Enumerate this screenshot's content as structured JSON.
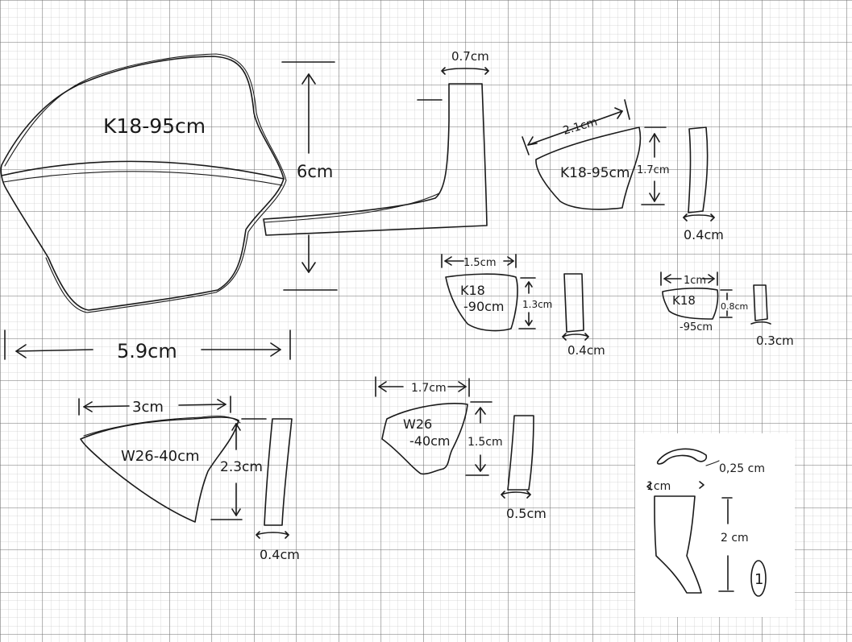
{
  "paper": {
    "grid_minor_color": "#b8b8b8",
    "grid_major_color": "#6f6f6f",
    "ink_color": "#1a1a1a",
    "inset_background": "#ffffff"
  },
  "sherds": {
    "large_rim": {
      "label": "K18-95cm",
      "width": "5.9cm",
      "height": "6cm",
      "thickness": "0.7cm"
    },
    "sherd_k18_95_small": {
      "label": "K18-95cm",
      "width": "2.1cm",
      "height": "1.7cm",
      "thickness": "0.4cm"
    },
    "sherd_k18_90": {
      "label_line1": "K18",
      "label_line2": "-90cm",
      "width": "1.5cm",
      "height": "1.3cm",
      "thickness": "0.4cm"
    },
    "sherd_k18_tiny": {
      "label_line1": "K18",
      "label_line2": "-95cm",
      "width": "1cm",
      "height": "0.8cm",
      "thickness": "0.3cm"
    },
    "sherd_w26_40_large": {
      "label": "W26-40cm",
      "width": "3cm",
      "height": "2.3cm",
      "thickness": "0.4cm"
    },
    "sherd_w26_40_small": {
      "label_line1": "W26",
      "label_line2": "-40cm",
      "width": "1.7cm",
      "height": "1.5cm",
      "thickness": "0.5cm"
    }
  },
  "inset": {
    "width": "1cm",
    "height": "2 cm",
    "thickness": "0,25 cm",
    "number": "1"
  }
}
